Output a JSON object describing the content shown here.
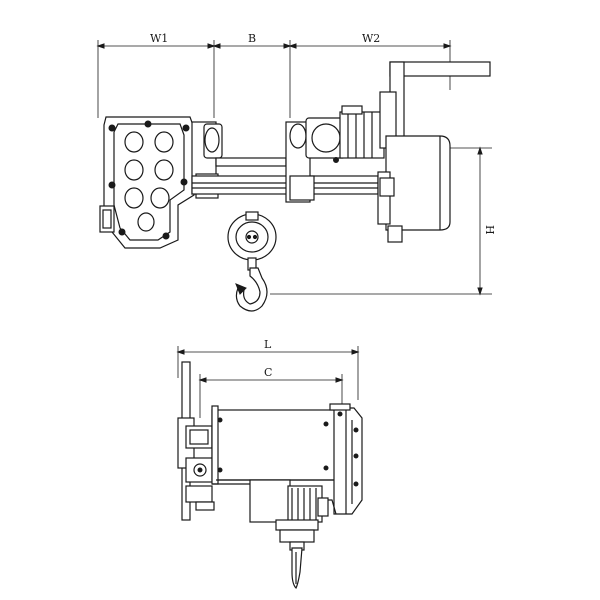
{
  "labels": {
    "w1": "W1",
    "b": "B",
    "w2": "W2",
    "h": "H",
    "l": "L",
    "c": "C"
  },
  "colors": {
    "line": "#1a1a1a",
    "background": "#ffffff"
  }
}
